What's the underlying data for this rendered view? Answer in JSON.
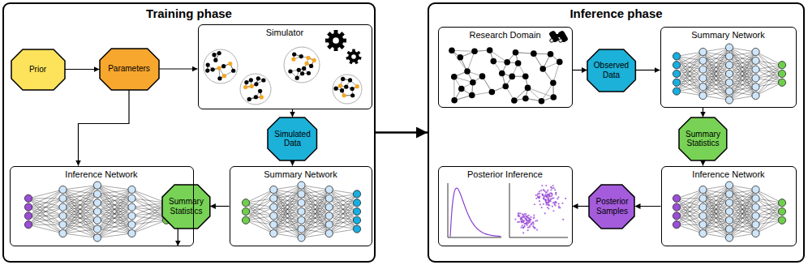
{
  "diagram": {
    "nodes": [
      {
        "text": [
          "Training phase"
        ]
      },
      {
        "text": [
          "Prior"
        ],
        "in": 0
      },
      {
        "text": [
          "Parameters"
        ],
        "in": 0
      },
      {
        "text": [
          "Simulator"
        ],
        "in": 0
      },
      {
        "text": [
          "Simulated Data"
        ],
        "in": 0
      },
      {
        "text": [
          "Summary Network"
        ],
        "in": 0
      },
      {
        "text": [
          "Summary Statistics"
        ],
        "in": 0
      },
      {
        "text": [
          "Inference Network"
        ],
        "in": 0
      },
      {
        "text": [
          "Inference phase"
        ]
      },
      {
        "text": [
          "Research Domain"
        ],
        "in": 8
      },
      {
        "text": [
          "Observed Data"
        ],
        "in": 8
      },
      {
        "text": [
          "Summary Network"
        ],
        "in": 8
      },
      {
        "text": [
          "Summary Statistics"
        ],
        "in": 8
      },
      {
        "text": [
          "Inference Network"
        ],
        "in": 8
      },
      {
        "text": [
          "Posterior Samples"
        ],
        "in": 8
      },
      {
        "text": [
          "Posterior Inference"
        ],
        "in": 8
      }
    ],
    "edges": [
      {
        "from": 1,
        "to": 2,
        "arrow": "to"
      },
      {
        "from": 2,
        "to": 3,
        "arrow": "to"
      },
      {
        "from": 2,
        "to": 7,
        "arrow": "to"
      },
      {
        "from": 3,
        "to": 4,
        "arrow": "to"
      },
      {
        "from": 4,
        "to": 5,
        "arrow": "to"
      },
      {
        "from": 5,
        "to": 6,
        "arrow": "to"
      },
      {
        "from": 6,
        "to": 7,
        "arrow": "to"
      },
      {
        "from": 0,
        "to": 8,
        "arrow": "to"
      },
      {
        "from": 9,
        "to": 10,
        "arrow": "to"
      },
      {
        "from": 10,
        "to": 11,
        "arrow": "to"
      },
      {
        "from": 11,
        "to": 12,
        "arrow": "to"
      },
      {
        "from": 12,
        "to": 13,
        "arrow": "to"
      },
      {
        "from": 13,
        "to": 14,
        "arrow": "to"
      },
      {
        "from": 14,
        "to": 15,
        "arrow": "to"
      }
    ]
  }
}
